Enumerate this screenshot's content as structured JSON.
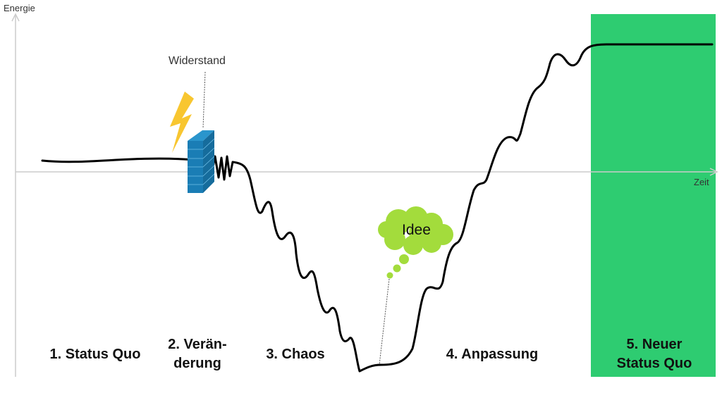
{
  "axes": {
    "y_label": "Energie",
    "x_label": "Zeit"
  },
  "annotations": {
    "resistance": "Widerstand",
    "idea": "Idee"
  },
  "phases": [
    {
      "line1": "1. Status Quo",
      "line2": ""
    },
    {
      "line1": "2. Verän-",
      "line2": "derung"
    },
    {
      "line1": "3. Chaos",
      "line2": ""
    },
    {
      "line1": "4. Anpassung",
      "line2": ""
    },
    {
      "line1": "5. Neuer",
      "line2": "Status Quo"
    }
  ],
  "colors": {
    "new_status_quo": "#2ecc71",
    "wall": "#1a7db5",
    "lightning": "#f8c630",
    "idea_cloud": "#a3dc3c"
  }
}
